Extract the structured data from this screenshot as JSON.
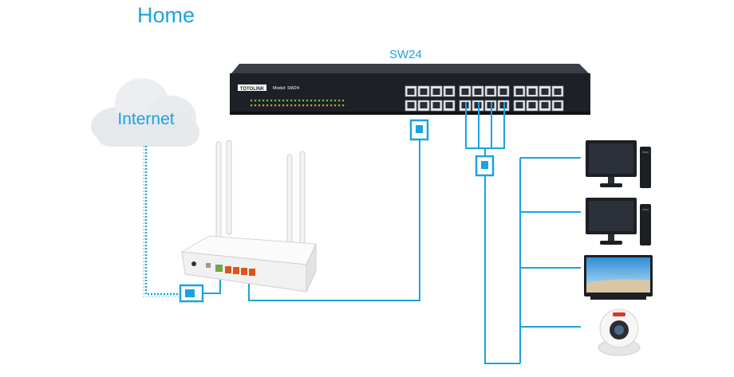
{
  "page": {
    "title": "Home"
  },
  "switch": {
    "label": "SW24",
    "brand": "TOTOLINK",
    "model": "Model: SW24"
  },
  "internet": {
    "label": "Internet"
  },
  "colors": {
    "link": "#1aa3e0",
    "cloud": "#e9ecef",
    "device_dark": "#1c1f24",
    "router_body": "#f4f4f4",
    "port_orange": "#e0541b"
  },
  "devices": [
    {
      "icon": "desktop-computer-icon"
    },
    {
      "icon": "desktop-computer-icon"
    },
    {
      "icon": "tv-icon"
    },
    {
      "icon": "webcam-icon"
    }
  ]
}
